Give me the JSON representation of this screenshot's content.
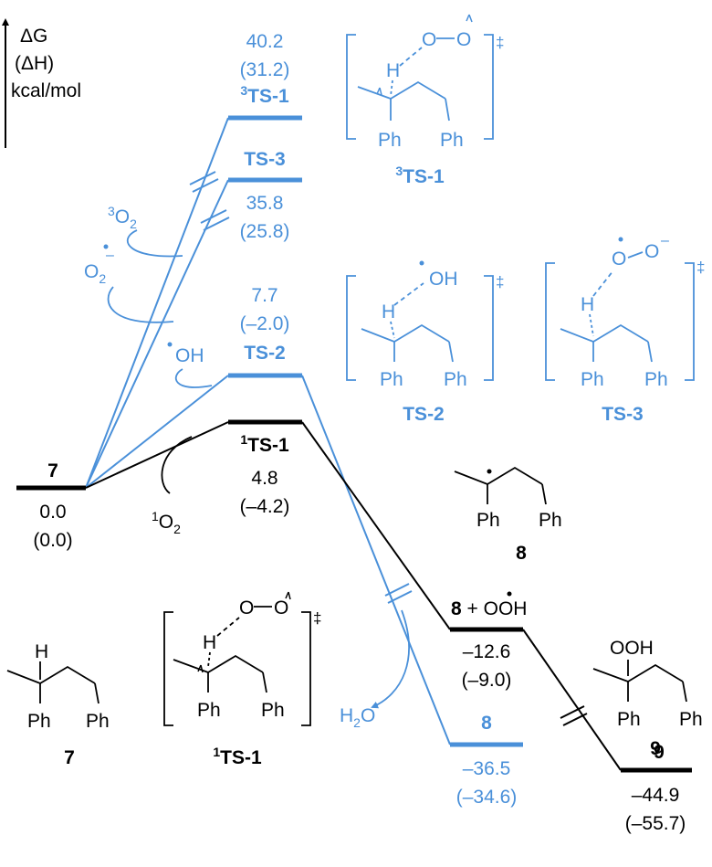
{
  "colors": {
    "ground_state": "#000000",
    "highlight": "#4a90d9"
  },
  "axis": {
    "y_label": "ΔG",
    "y_label_2": "(ΔH)",
    "unit": "kcal/mol"
  },
  "levels": {
    "s7": {
      "label": "7",
      "dg": "0.0",
      "dh": "(0.0)"
    },
    "ts1": {
      "label": "TS-1",
      "sup": "1",
      "dg": "4.8",
      "dh": "(–4.2)"
    },
    "ts2": {
      "label": "TS-2",
      "dg": "7.7",
      "dh": "(–2.0)"
    },
    "ts3": {
      "label": "TS-3",
      "dg": "35.8",
      "dh": "(25.8)"
    },
    "ts1_triplet": {
      "label": "TS-1",
      "sup": "3",
      "dg": "40.2",
      "dh": "(31.2)"
    },
    "p8ooh": {
      "label": "8",
      "plus": " + ",
      "rad": "OOH",
      "dg": "–12.6",
      "dh": "(–9.0)"
    },
    "p8": {
      "label": "8",
      "dg": "–36.5",
      "dh": "(–34.6)"
    },
    "p9": {
      "label": "9",
      "dg": "–44.9",
      "dh": "(–55.7)"
    }
  },
  "reagents": {
    "o2_triplet": {
      "sup": "3",
      "text": "O",
      "sub": "2"
    },
    "o2_superoxide": {
      "text": "O",
      "sub": "2",
      "charge": "–"
    },
    "oh": {
      "text": "OH"
    },
    "o2_singlet": {
      "sup": "1",
      "text": "O",
      "sub": "2"
    },
    "water": {
      "text": "H",
      "sub": "2",
      "end": "O"
    }
  },
  "structures": {
    "ts1_triplet": {
      "caption": "TS-1",
      "sup": "3",
      "o1": "O",
      "o2": "O",
      "h": "H",
      "ph1": "Ph",
      "ph2": "Ph",
      "dagger": "‡"
    },
    "ts2": {
      "caption": "TS-2",
      "oh": "OH",
      "h": "H",
      "ph1": "Ph",
      "ph2": "Ph",
      "dagger": "‡"
    },
    "ts3": {
      "caption": "TS-3",
      "o1": "O",
      "o2": "O",
      "charge": "–",
      "h": "H",
      "ph1": "Ph",
      "ph2": "Ph",
      "dagger": "‡"
    },
    "s8": {
      "caption": "8",
      "ph1": "Ph",
      "ph2": "Ph"
    },
    "s7": {
      "caption": "7",
      "h": "H",
      "ph1": "Ph",
      "ph2": "Ph"
    },
    "ts1": {
      "caption": "TS-1",
      "sup": "1",
      "o1": "O",
      "o2": "O",
      "h": "H",
      "ph1": "Ph",
      "ph2": "Ph",
      "dagger": "‡"
    },
    "s9": {
      "caption": "9",
      "ooh": "OOH",
      "ph1": "Ph",
      "ph2": "Ph"
    }
  }
}
